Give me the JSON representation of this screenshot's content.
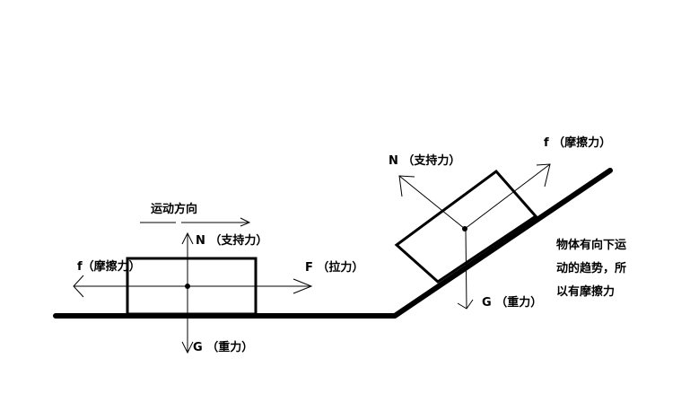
{
  "flat": {
    "motion_direction": "运动方向",
    "normal_label": "N （支持力）",
    "friction_label": "f（摩擦力）",
    "pull_label": "F （拉力）",
    "gravity_label": "G （重力）"
  },
  "incline": {
    "normal_label": "N （支持力）",
    "friction_label": "f （摩擦力）",
    "gravity_label": "G （重力）",
    "note_lines": [
      "物体有向下运",
      "动的趋势，所",
      "以有摩擦力"
    ]
  }
}
